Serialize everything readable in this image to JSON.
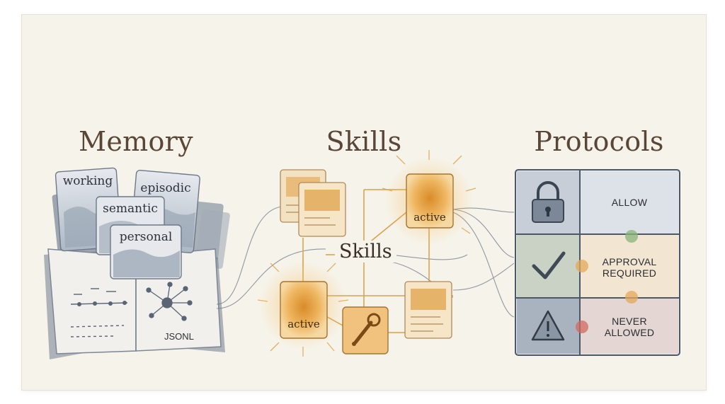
{
  "titles": {
    "memory": "Memory",
    "skills": "Skills",
    "protocols": "Protocols"
  },
  "memory": {
    "cards": [
      "working",
      "episodic",
      "semantic",
      "personal"
    ],
    "book_label": "JSONL"
  },
  "skills": {
    "hub_label": "Skills",
    "active_label": "active"
  },
  "protocols": {
    "rows": [
      {
        "icon": "lock-icon",
        "line1": "ALLOW",
        "line2": "",
        "status_color": "#88b47a"
      },
      {
        "icon": "checkmark-icon",
        "line1": "APPROVAL",
        "line2": "REQUIRED",
        "status_color": "#e3a85a"
      },
      {
        "icon": "warning-triangle-icon",
        "line1": "NEVER",
        "line2": "ALLOWED",
        "status_color": "#d26a5f"
      }
    ]
  },
  "colors": {
    "paper": "#f6f3ea",
    "ink": "#5a4637",
    "skill_orange": "#e8a43c",
    "slate": "#8c99a8"
  }
}
